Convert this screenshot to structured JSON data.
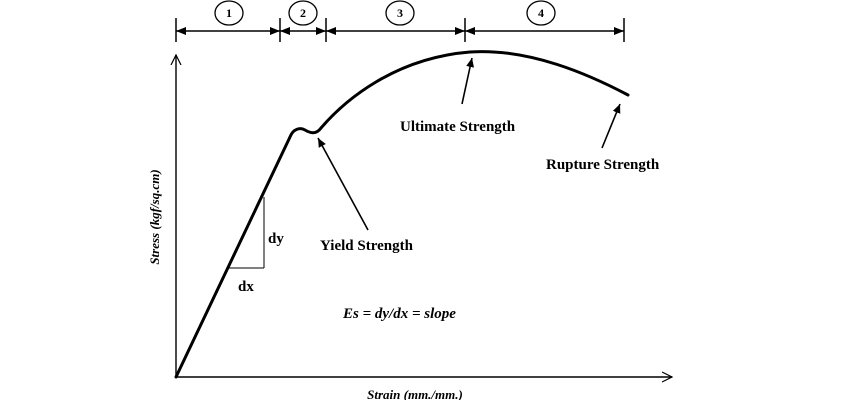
{
  "regions": [
    "1",
    "2",
    "3",
    "4"
  ],
  "axes": {
    "y_label": "Stress (kgf/sq.cm)",
    "x_label": "Strain (mm./mm.)"
  },
  "annotations": {
    "ultimate": "Ultimate Strength",
    "rupture": "Rupture Strength",
    "yield": "Yield Strength",
    "dy": "dy",
    "dx": "dx",
    "formula": "Es = dy/dx = slope"
  }
}
